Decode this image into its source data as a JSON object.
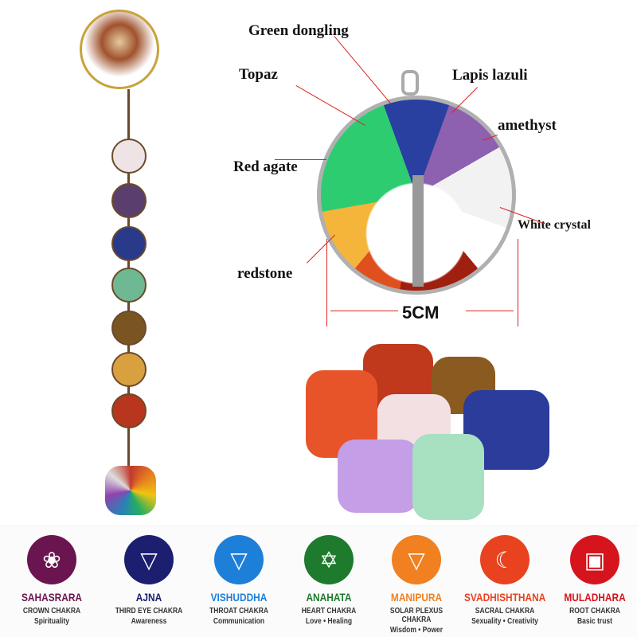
{
  "pendant_labels": {
    "green": "Green dongling",
    "topaz": "Topaz",
    "lapis": "Lapis lazuli",
    "amethyst": "amethyst",
    "red_agate": "Red agate",
    "white_crystal": "White crystal",
    "redstone": "redstone",
    "size": "5CM"
  },
  "chakras": [
    {
      "name": "SAHASRARA",
      "sub": "CROWN CHAKRA",
      "desc": "Spirituality",
      "color": "#6b1550",
      "icon": "❀"
    },
    {
      "name": "AJNA",
      "sub": "THIRD EYE CHAKRA",
      "desc": "Awareness",
      "color": "#1c1f70",
      "icon": "▽"
    },
    {
      "name": "VISHUDDHA",
      "sub": "THROAT CHAKRA",
      "desc": "Communication",
      "color": "#1e7fd8",
      "icon": "▽"
    },
    {
      "name": "ANAHATA",
      "sub": "HEART CHAKRA",
      "desc": "Love • Healing",
      "color": "#1e7a2c",
      "icon": "✡"
    },
    {
      "name": "MANIPURA",
      "sub": "SOLAR PLEXUS CHAKRA",
      "desc": "Wisdom • Power",
      "color": "#f08020",
      "icon": "▽"
    },
    {
      "name": "SVADHISHTHANA",
      "sub": "SACRAL CHAKRA",
      "desc": "Sexuality • Creativity",
      "color": "#e8421e",
      "icon": "☾"
    },
    {
      "name": "MULADHARA",
      "sub": "ROOT CHAKRA",
      "desc": "Basic trust",
      "color": "#d6141e",
      "icon": "▣"
    }
  ]
}
